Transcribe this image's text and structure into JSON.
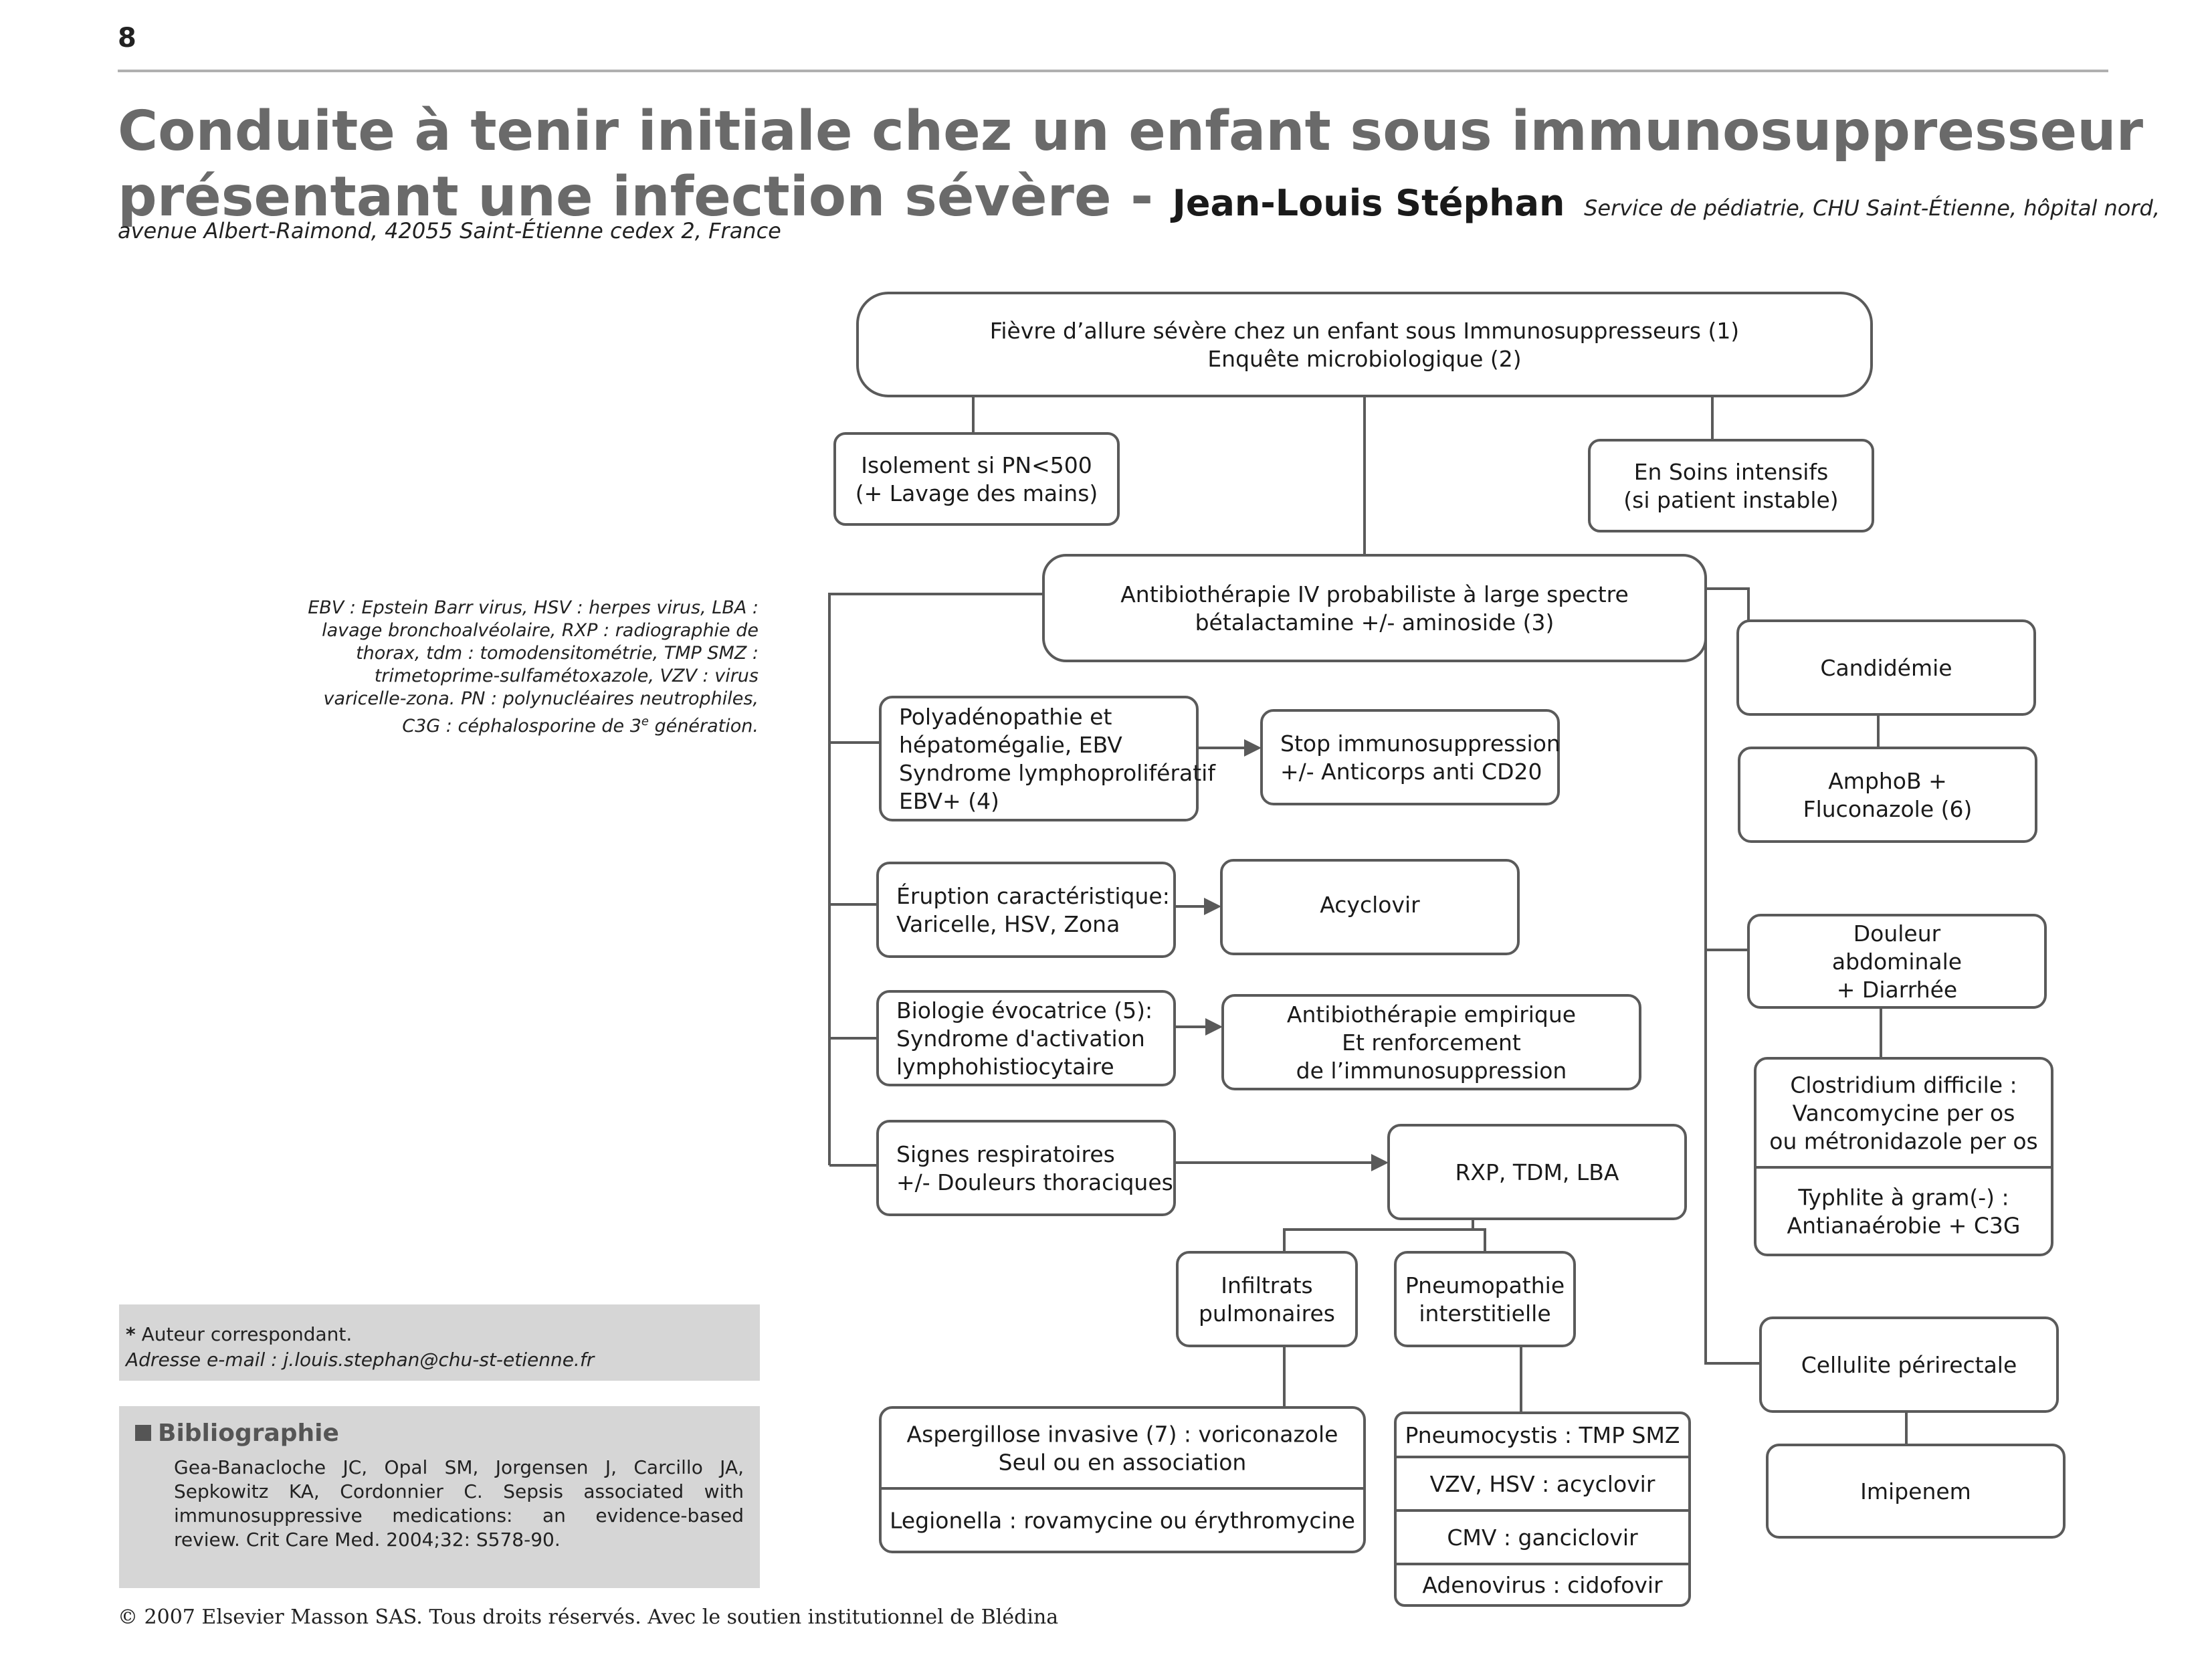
{
  "header": {
    "page_number": "8",
    "title_line1": "Conduite à tenir initiale chez un enfant sous immunosuppresseur",
    "title_line2": "présentant une infection sévère -",
    "author": "Jean-Louis Stéphan",
    "affiliation_line1": "Service de pédiatrie, CHU Saint-Étienne, hôpital nord,",
    "affiliation_line2": "avenue Albert-Raimond, 42055 Saint-Étienne cedex 2, France"
  },
  "abbreviations": {
    "line1": "EBV : Epstein Barr virus, HSV : herpes virus, LBA :",
    "line2": "lavage bronchoalvéolaire, RXP : radiographie de",
    "line3": "thorax, tdm : tomodensitométrie, TMP SMZ :",
    "line4": "trimetoprime-sulfamétoxazole, VZV : virus",
    "line5": "varicelle-zona. PN : polynucléaires neutrophiles,",
    "line6_before": "C3G : céphalosporine de 3",
    "line6_sup": "e",
    "line6_after": " génération."
  },
  "author_note": {
    "star": "*",
    "label": "Auteur correspondant.",
    "email": "Adresse e-mail : j.louis.stephan@chu-st-etienne.fr"
  },
  "bibliography": {
    "title": "Bibliographie",
    "text": "Gea-Banacloche JC, Opal SM, Jorgensen J, Carcillo JA, Sepkowitz KA, Cordonnier C. Sepsis associated with immunosuppressive medications: an evidence-based review. Crit Care Med. 2004;32: S578-90."
  },
  "footer": {
    "copyright": "© 2007 Elsevier Masson SAS. Tous droits réservés. Avec le soutien institutionnel de Blédina"
  },
  "flowchart": {
    "fever": [
      "Fièvre d’allure sévère chez un enfant sous Immunosuppresseurs (1)",
      "Enquête microbiologique (2)"
    ],
    "isolement": [
      "Isolement si PN<500",
      "(+ Lavage des mains)"
    ],
    "soins": [
      "En Soins intensifs",
      "(si patient instable)"
    ],
    "antibio": [
      "Antibiothérapie IV probabiliste à large spectre",
      "bétalactamine  +/- aminoside (3)"
    ],
    "polyadeno": [
      "Polyadénopathie et",
      "hépatomégalie, EBV",
      "Syndrome lymphoprolifératif",
      "EBV+ (4)"
    ],
    "stop_immuno": [
      "Stop immunosuppression",
      "+/- Anticorps anti CD20"
    ],
    "eruption": [
      "Éruption caractéristique:",
      "Varicelle, HSV, Zona"
    ],
    "acyclovir": [
      "Acyclovir"
    ],
    "biologie": [
      "Biologie évocatrice (5):",
      "Syndrome d'activation",
      "lymphohistiocytaire"
    ],
    "antibio_empirique": [
      "Antibiothérapie empirique",
      "Et renforcement",
      "de l’immunosuppression"
    ],
    "signes_resp": [
      "Signes respiratoires",
      "+/- Douleurs thoraciques"
    ],
    "rxp": [
      "RXP, TDM, LBA"
    ],
    "infiltrats": [
      "Infiltrats",
      "pulmonaires"
    ],
    "pneumopathie": [
      "Pneumopathie",
      "interstitielle"
    ],
    "aspergillose": [
      "Aspergillose invasive (7)  : voriconazole",
      "Seul ou en association"
    ],
    "legionella": [
      "Legionella : rovamycine ou  érythromycine"
    ],
    "pneumocystis": [
      "Pneumocystis : TMP SMZ"
    ],
    "vzv": [
      "VZV, HSV : acyclovir"
    ],
    "cmv": [
      "CMV : ganciclovir"
    ],
    "adenovirus": [
      "Adenovirus : cidofovir"
    ],
    "candidemie": [
      "Candidémie"
    ],
    "amphob": [
      "AmphoB +",
      "Fluconazole (6)"
    ],
    "douleur": [
      "Douleur",
      "abdominale",
      "+ Diarrhée"
    ],
    "clostridium": [
      "Clostridium difficile :",
      "Vancomycine per os",
      "ou métronidazole  per os"
    ],
    "typhlite": [
      "Typhlite à gram(-) :",
      "Antianaérobie + C3G"
    ],
    "cellulite": [
      "Cellulite périrectale"
    ],
    "imipenem": [
      "Imipenem"
    ]
  }
}
